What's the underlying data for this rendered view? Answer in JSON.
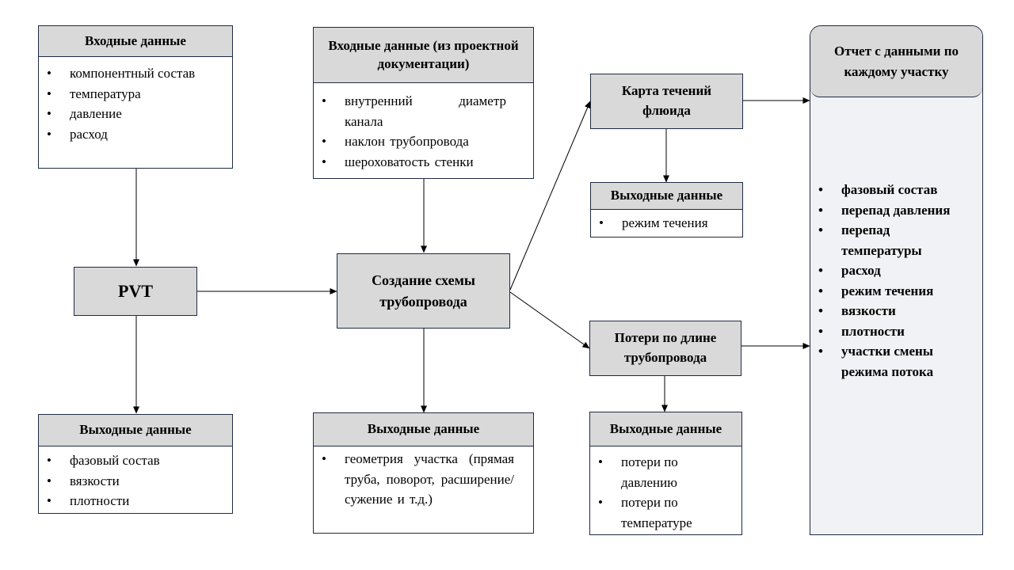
{
  "input_data": {
    "title": "Входные данные",
    "items": [
      "компонентный состав",
      "температура",
      "давление",
      "расход"
    ]
  },
  "input_project": {
    "title": "Входные данные (из проектной документации)",
    "items": [
      "внутренний диаметр канала",
      "наклон трубопровода",
      "шероховатость стенки"
    ]
  },
  "pvt": {
    "label": "PVT"
  },
  "pipeline_scheme": {
    "label": "Создание схемы трубопровода"
  },
  "flow_map": {
    "label": "Карта течений флюида"
  },
  "flow_map_output": {
    "title": "Выходные данные",
    "items": [
      "режим течения"
    ]
  },
  "pipe_losses": {
    "label": "Потери по длине трубопровода"
  },
  "pipe_losses_output": {
    "title": "Выходные данные",
    "items": [
      "потери по давлению",
      "потери по температуре"
    ]
  },
  "pvt_output": {
    "title": "Выходные данные",
    "items": [
      "фазовый состав",
      "вязкости",
      "плотности"
    ]
  },
  "scheme_output": {
    "title": "Выходные данные",
    "items": [
      "геометрия участка (прямая труба, поворот, расширение/сужение и т.д.)"
    ]
  },
  "report": {
    "title": "Отчет с данными по каждому участку",
    "items": [
      "фазовый состав",
      "перепад давления",
      "перепад температуры",
      "расход",
      "режим течения",
      "вязкости",
      "плотности",
      "участки смены режима потока"
    ]
  }
}
